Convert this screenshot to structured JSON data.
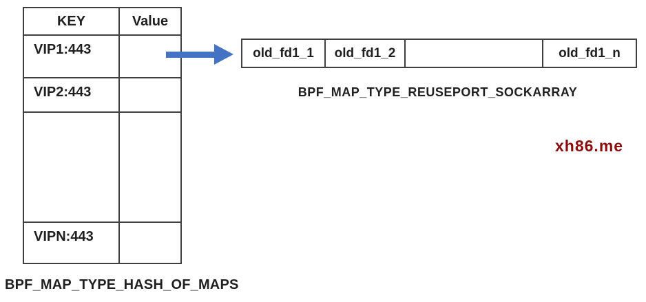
{
  "hash_map_table": {
    "headers": [
      "KEY",
      "Value"
    ],
    "rows": [
      {
        "key": "VIP1:443",
        "value": ""
      },
      {
        "key": "VIP2:443",
        "value": ""
      },
      {
        "key": "",
        "value": ""
      },
      {
        "key": "VIPN:443",
        "value": ""
      }
    ],
    "caption": "BPF_MAP_TYPE_HASH_OF_MAPS"
  },
  "sockarray_table": {
    "cells": [
      "old_fd1_1",
      "old_fd1_2",
      "",
      "old_fd1_n"
    ],
    "caption": "BPF_MAP_TYPE_REUSEPORT_SOCKARRAY"
  },
  "arrow": {
    "direction": "right",
    "color": "#4472c4"
  },
  "watermark": {
    "text": "xh86.me",
    "color": "#8e0b0b"
  },
  "colors": {
    "border": "#3f3f3f",
    "text": "#1f1f1f",
    "background": "#ffffff"
  }
}
